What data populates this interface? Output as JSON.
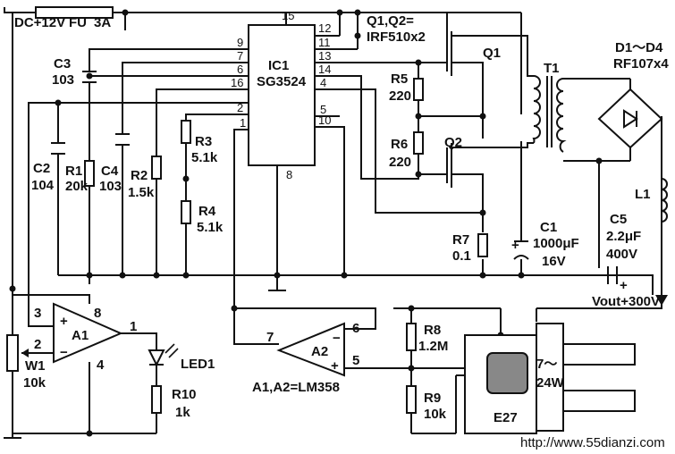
{
  "supply": {
    "label": "DC+12V",
    "fuse_name": "FU",
    "fuse_rating": "3A"
  },
  "ic1": {
    "name": "IC1",
    "part": "SG3524",
    "pins": [
      "15",
      "12",
      "11",
      "13",
      "14",
      "4",
      "5",
      "10",
      "9",
      "7",
      "6",
      "16",
      "2",
      "1",
      "8"
    ]
  },
  "mosfets": {
    "spec": "Q1,Q2=",
    "part": "IRF510x2",
    "q1": "Q1",
    "q2": "Q2"
  },
  "transformer": "T1",
  "bridge": {
    "name": "D1～D4",
    "part": "RF107x4"
  },
  "inductor": "L1",
  "c5": {
    "name": "C5",
    "value": "2.2μF",
    "voltage": "400V"
  },
  "c1": {
    "name": "C1",
    "value": "1000μF",
    "voltage": "16V"
  },
  "resistors": {
    "r1": {
      "name": "R1",
      "value": "20k"
    },
    "r2": {
      "name": "R2",
      "value": "1.5k"
    },
    "r3": {
      "name": "R3",
      "value": "5.1k"
    },
    "r4": {
      "name": "R4",
      "value": "5.1k"
    },
    "r5": {
      "name": "R5",
      "value": "220"
    },
    "r6": {
      "name": "R6",
      "value": "220"
    },
    "r7": {
      "name": "R7",
      "value": "0.1"
    },
    "r8": {
      "name": "R8",
      "value": "1.2M"
    },
    "r9": {
      "name": "R9",
      "value": "10k"
    },
    "r10": {
      "name": "R10",
      "value": "1k"
    }
  },
  "caps": {
    "c2": {
      "name": "C2",
      "value": "104"
    },
    "c3": {
      "name": "C3",
      "value": "103"
    },
    "c4": {
      "name": "C4",
      "value": "103"
    }
  },
  "w1": {
    "name": "W1",
    "value": "10k"
  },
  "a1": {
    "name": "A1",
    "pins": [
      "3",
      "2",
      "8",
      "4",
      "1"
    ]
  },
  "a2": {
    "name": "A2",
    "pins": [
      "7",
      "6",
      "5"
    ]
  },
  "opamp_note": "A1,A2=LM358",
  "led": "LED1",
  "output": "Vout+300V",
  "lamp": {
    "socket": "E27",
    "power_top": "7～",
    "power_bottom": "24W"
  },
  "watermark": "http://www.55dianzi.com"
}
